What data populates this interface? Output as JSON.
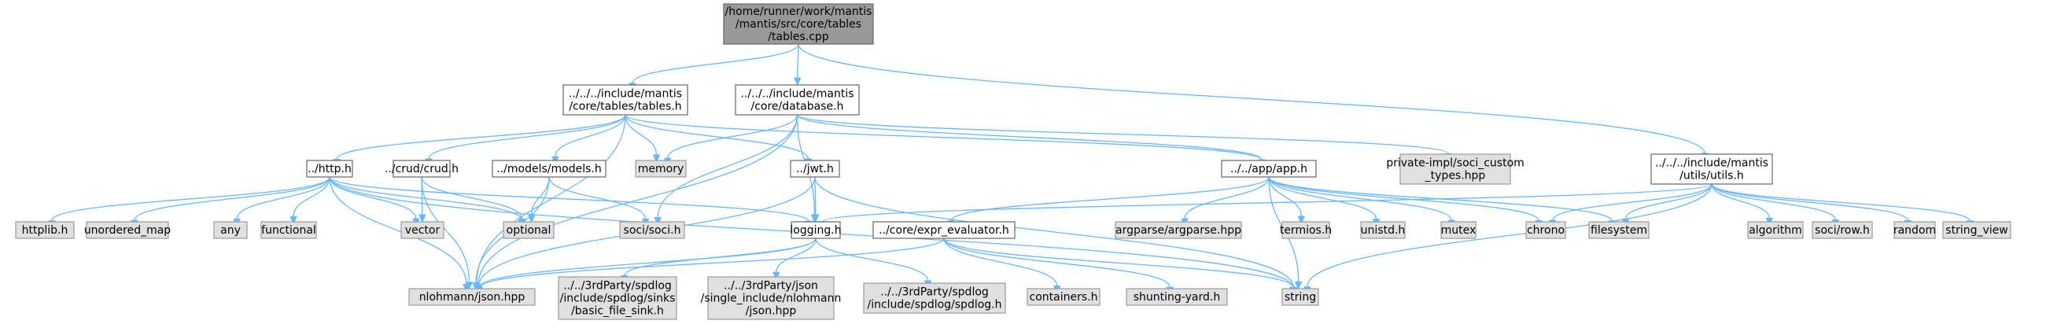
{
  "nodes": [
    {
      "id": "tables_cpp",
      "lines": [
        "/home/runner/work/mantis",
        "/mantis/src/core/tables",
        "/tables.cpp"
      ],
      "kind": "root"
    },
    {
      "id": "tables_h",
      "lines": [
        "../../../include/mantis",
        "/core/tables/tables.h"
      ],
      "kind": "proj"
    },
    {
      "id": "database_h",
      "lines": [
        "../../../include/mantis",
        "/core/database.h"
      ],
      "kind": "proj"
    },
    {
      "id": "utils_h",
      "lines": [
        "../../../include/mantis",
        "/utils/utils.h"
      ],
      "kind": "proj"
    },
    {
      "id": "http_h",
      "lines": [
        "../http.h"
      ],
      "kind": "proj"
    },
    {
      "id": "crud_h",
      "lines": [
        "../crud/crud.h"
      ],
      "kind": "proj"
    },
    {
      "id": "models_h",
      "lines": [
        "../models/models.h"
      ],
      "kind": "proj"
    },
    {
      "id": "memory",
      "lines": [
        "memory"
      ],
      "kind": "ext"
    },
    {
      "id": "jwt_h",
      "lines": [
        "../jwt.h"
      ],
      "kind": "proj"
    },
    {
      "id": "app_h",
      "lines": [
        "../../app/app.h"
      ],
      "kind": "proj"
    },
    {
      "id": "soci_custom",
      "lines": [
        "private-impl/soci_custom",
        "_types.hpp"
      ],
      "kind": "ext"
    },
    {
      "id": "httplib_h",
      "lines": [
        "httplib.h"
      ],
      "kind": "ext"
    },
    {
      "id": "unordered_map",
      "lines": [
        "unordered_map"
      ],
      "kind": "ext"
    },
    {
      "id": "any",
      "lines": [
        "any"
      ],
      "kind": "ext"
    },
    {
      "id": "functional",
      "lines": [
        "functional"
      ],
      "kind": "ext"
    },
    {
      "id": "vector",
      "lines": [
        "vector"
      ],
      "kind": "ext"
    },
    {
      "id": "optional",
      "lines": [
        "optional"
      ],
      "kind": "ext"
    },
    {
      "id": "soci_h",
      "lines": [
        "soci/soci.h"
      ],
      "kind": "ext"
    },
    {
      "id": "logging_h",
      "lines": [
        "logging.h"
      ],
      "kind": "proj"
    },
    {
      "id": "expr_eval_h",
      "lines": [
        "../core/expr_evaluator.h"
      ],
      "kind": "proj"
    },
    {
      "id": "argparse",
      "lines": [
        "argparse/argparse.hpp"
      ],
      "kind": "ext"
    },
    {
      "id": "termios_h",
      "lines": [
        "termios.h"
      ],
      "kind": "ext"
    },
    {
      "id": "unistd_h",
      "lines": [
        "unistd.h"
      ],
      "kind": "ext"
    },
    {
      "id": "mutex",
      "lines": [
        "mutex"
      ],
      "kind": "ext"
    },
    {
      "id": "chrono",
      "lines": [
        "chrono"
      ],
      "kind": "ext"
    },
    {
      "id": "filesystem",
      "lines": [
        "filesystem"
      ],
      "kind": "ext"
    },
    {
      "id": "algorithm",
      "lines": [
        "algorithm"
      ],
      "kind": "ext"
    },
    {
      "id": "soci_row",
      "lines": [
        "soci/row.h"
      ],
      "kind": "ext"
    },
    {
      "id": "random",
      "lines": [
        "random"
      ],
      "kind": "ext"
    },
    {
      "id": "string_view",
      "lines": [
        "string_view"
      ],
      "kind": "ext"
    },
    {
      "id": "nlohmann_json",
      "lines": [
        "nlohmann/json.hpp"
      ],
      "kind": "ext"
    },
    {
      "id": "spdlog_sink",
      "lines": [
        "../../3rdParty/spdlog",
        "/include/spdlog/sinks",
        "/basic_file_sink.h"
      ],
      "kind": "ext"
    },
    {
      "id": "json_single",
      "lines": [
        "../../3rdParty/json",
        "/single_include/nlohmann",
        "/json.hpp"
      ],
      "kind": "ext"
    },
    {
      "id": "spdlog_h",
      "lines": [
        "../../3rdParty/spdlog",
        "/include/spdlog/spdlog.h"
      ],
      "kind": "ext"
    },
    {
      "id": "containers_h",
      "lines": [
        "containers.h"
      ],
      "kind": "ext"
    },
    {
      "id": "shunting_yard",
      "lines": [
        "shunting-yard.h"
      ],
      "kind": "ext"
    },
    {
      "id": "string",
      "lines": [
        "string"
      ],
      "kind": "ext"
    }
  ],
  "edges": [
    {
      "from": "tables_cpp",
      "to": "tables_h"
    },
    {
      "from": "tables_cpp",
      "to": "database_h"
    },
    {
      "from": "tables_cpp",
      "to": "utils_h"
    },
    {
      "from": "tables_h",
      "to": "http_h"
    },
    {
      "from": "tables_h",
      "to": "crud_h"
    },
    {
      "from": "tables_h",
      "to": "models_h"
    },
    {
      "from": "tables_h",
      "to": "memory"
    },
    {
      "from": "tables_h",
      "to": "jwt_h"
    },
    {
      "from": "tables_h",
      "to": "app_h"
    },
    {
      "from": "tables_h",
      "to": "nlohmann_json"
    },
    {
      "from": "database_h",
      "to": "memory"
    },
    {
      "from": "database_h",
      "to": "soci_h"
    },
    {
      "from": "database_h",
      "to": "app_h"
    },
    {
      "from": "database_h",
      "to": "soci_custom"
    },
    {
      "from": "database_h",
      "to": "logging_h"
    },
    {
      "from": "database_h",
      "to": "nlohmann_json"
    },
    {
      "from": "http_h",
      "to": "httplib_h"
    },
    {
      "from": "http_h",
      "to": "unordered_map"
    },
    {
      "from": "http_h",
      "to": "any"
    },
    {
      "from": "http_h",
      "to": "functional"
    },
    {
      "from": "http_h",
      "to": "vector"
    },
    {
      "from": "http_h",
      "to": "optional"
    },
    {
      "from": "http_h",
      "to": "logging_h"
    },
    {
      "from": "http_h",
      "to": "nlohmann_json"
    },
    {
      "from": "http_h",
      "to": "string"
    },
    {
      "from": "crud_h",
      "to": "vector"
    },
    {
      "from": "crud_h",
      "to": "optional"
    },
    {
      "from": "crud_h",
      "to": "nlohmann_json"
    },
    {
      "from": "models_h",
      "to": "optional"
    },
    {
      "from": "models_h",
      "to": "soci_h"
    },
    {
      "from": "models_h",
      "to": "nlohmann_json"
    },
    {
      "from": "jwt_h",
      "to": "logging_h"
    },
    {
      "from": "jwt_h",
      "to": "nlohmann_json"
    },
    {
      "from": "jwt_h",
      "to": "string"
    },
    {
      "from": "app_h",
      "to": "expr_eval_h"
    },
    {
      "from": "app_h",
      "to": "argparse"
    },
    {
      "from": "app_h",
      "to": "termios_h"
    },
    {
      "from": "app_h",
      "to": "unistd_h"
    },
    {
      "from": "app_h",
      "to": "mutex"
    },
    {
      "from": "app_h",
      "to": "chrono"
    },
    {
      "from": "app_h",
      "to": "filesystem"
    },
    {
      "from": "app_h",
      "to": "string"
    },
    {
      "from": "utils_h",
      "to": "logging_h"
    },
    {
      "from": "utils_h",
      "to": "chrono"
    },
    {
      "from": "utils_h",
      "to": "filesystem"
    },
    {
      "from": "utils_h",
      "to": "algorithm"
    },
    {
      "from": "utils_h",
      "to": "soci_row"
    },
    {
      "from": "utils_h",
      "to": "random"
    },
    {
      "from": "utils_h",
      "to": "string_view"
    },
    {
      "from": "utils_h",
      "to": "string"
    },
    {
      "from": "logging_h",
      "to": "spdlog_sink"
    },
    {
      "from": "logging_h",
      "to": "json_single"
    },
    {
      "from": "logging_h",
      "to": "spdlog_h"
    },
    {
      "from": "logging_h",
      "to": "nlohmann_json"
    },
    {
      "from": "expr_eval_h",
      "to": "containers_h"
    },
    {
      "from": "expr_eval_h",
      "to": "shunting_yard"
    },
    {
      "from": "expr_eval_h",
      "to": "string"
    },
    {
      "from": "expr_eval_h",
      "to": "nlohmann_json"
    }
  ],
  "colors": {
    "edge": "#63b8ff",
    "root_fill": "#999999",
    "ext_fill": "#e0e0e0",
    "proj_fill": "#ffffff",
    "border": "#666666"
  }
}
